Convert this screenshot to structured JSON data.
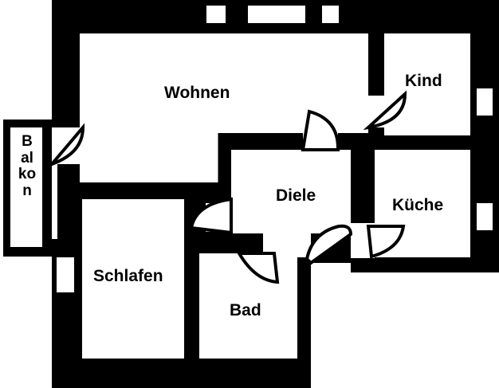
{
  "rooms": {
    "wohnen": "Wohnen",
    "kind": "Kind",
    "diele": "Diele",
    "kueche": "Küche",
    "schlafen": "Schlafen",
    "bad": "Bad",
    "balkon": "Balkon"
  },
  "colors": {
    "wall": "#000000",
    "floor": "#ffffff"
  }
}
